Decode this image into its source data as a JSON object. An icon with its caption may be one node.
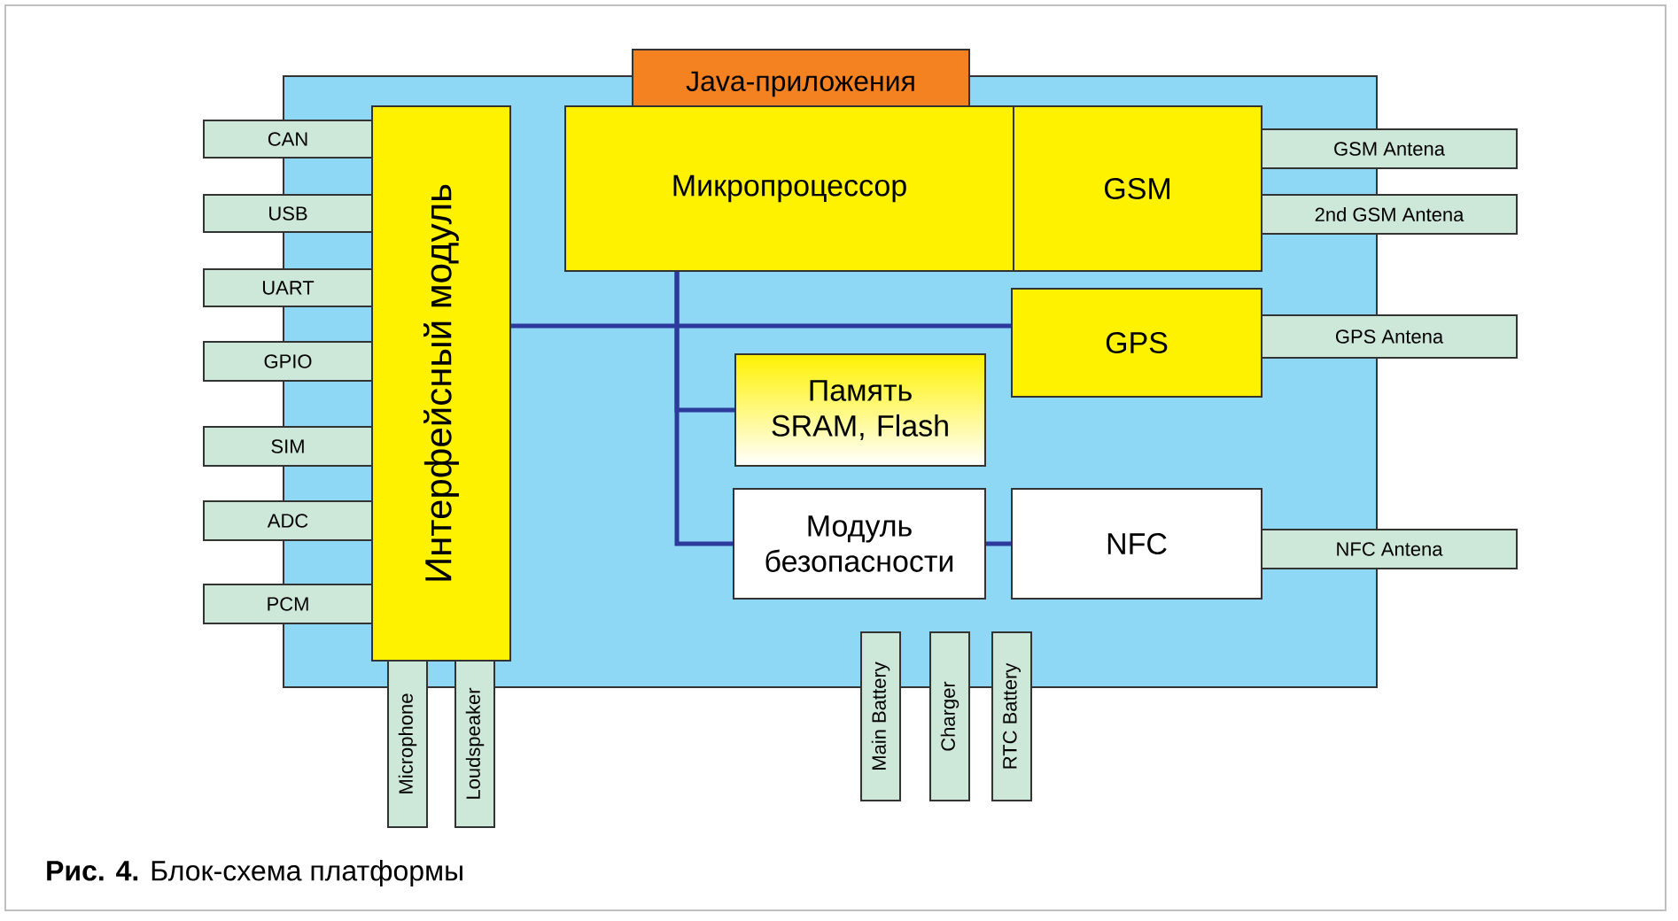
{
  "diagram": {
    "caption": "**Рис. 4.** Блок-схема платформы",
    "nodes": [
      {
        "text": [],
        "shape": "box"
      },
      {
        "text": [
          "Java-приложения"
        ]
      },
      {
        "text": [
          "Микропроцессор"
        ],
        "in": 0
      },
      {
        "text": [
          "GSM"
        ],
        "in": 0
      },
      {
        "text": [
          "GPS"
        ],
        "in": 0
      },
      {
        "text": [
          "Память SRAM, Flash"
        ],
        "in": 0
      },
      {
        "text": [
          "Модуль безопасности"
        ],
        "in": 0
      },
      {
        "text": [
          "NFC"
        ],
        "in": 0
      },
      {
        "text": [
          "Интерфейсный модуль"
        ],
        "in": 0
      },
      {
        "text": [
          "CAN"
        ]
      },
      {
        "text": [
          "USB"
        ]
      },
      {
        "text": [
          "UART"
        ]
      },
      {
        "text": [
          "GPIO"
        ]
      },
      {
        "text": [
          "SIM"
        ]
      },
      {
        "text": [
          "ADC"
        ]
      },
      {
        "text": [
          "PCM"
        ]
      },
      {
        "text": [
          "Microphone"
        ]
      },
      {
        "text": [
          "Loudspeaker"
        ]
      },
      {
        "text": [
          "Main Battery"
        ]
      },
      {
        "text": [
          "Charger"
        ]
      },
      {
        "text": [
          "RTC Battery"
        ]
      },
      {
        "text": [
          "GSM Antena"
        ]
      },
      {
        "text": [
          "2nd GSM Antena"
        ]
      },
      {
        "text": [
          "GPS Antena"
        ]
      },
      {
        "text": [
          "NFC Antena"
        ]
      }
    ],
    "edges": [
      {
        "from": 8,
        "to": 4,
        "arrow": "none"
      },
      {
        "from": 2,
        "to": 5,
        "arrow": "none"
      },
      {
        "from": 2,
        "to": 6,
        "arrow": "none"
      },
      {
        "from": 6,
        "to": 7,
        "arrow": "none"
      }
    ]
  }
}
